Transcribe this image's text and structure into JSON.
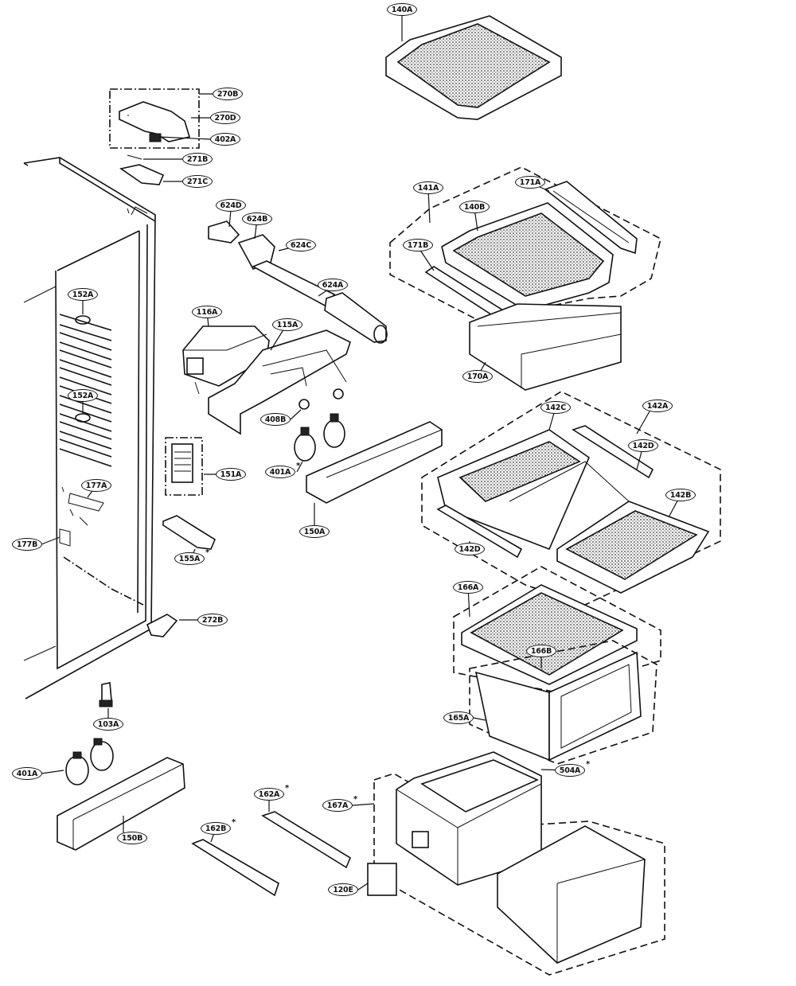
{
  "parts": [
    {
      "id": "140A",
      "star": false
    },
    {
      "id": "270B",
      "star": false
    },
    {
      "id": "270D",
      "star": false
    },
    {
      "id": "402A",
      "star": false
    },
    {
      "id": "271B",
      "star": false
    },
    {
      "id": "271C",
      "star": false
    },
    {
      "id": "141A",
      "star": false
    },
    {
      "id": "171A",
      "star": false
    },
    {
      "id": "140B",
      "star": false
    },
    {
      "id": "171B",
      "star": false
    },
    {
      "id": "624D",
      "star": false
    },
    {
      "id": "624B",
      "star": false
    },
    {
      "id": "624C",
      "star": false
    },
    {
      "id": "624A",
      "star": false
    },
    {
      "id": "116A",
      "star": false
    },
    {
      "id": "115A",
      "star": false
    },
    {
      "id": "152A",
      "star": false
    },
    {
      "id": "152A",
      "star": false
    },
    {
      "id": "408B",
      "star": false
    },
    {
      "id": "401A",
      "star": true
    },
    {
      "id": "170A",
      "star": false
    },
    {
      "id": "142C",
      "star": false
    },
    {
      "id": "142A",
      "star": false
    },
    {
      "id": "142D",
      "star": false
    },
    {
      "id": "151A",
      "star": false
    },
    {
      "id": "177A",
      "star": false
    },
    {
      "id": "150A",
      "star": false
    },
    {
      "id": "142B",
      "star": false
    },
    {
      "id": "177B",
      "star": false
    },
    {
      "id": "155A",
      "star": true
    },
    {
      "id": "142D",
      "star": false
    },
    {
      "id": "166A",
      "star": false
    },
    {
      "id": "272B",
      "star": false
    },
    {
      "id": "166B",
      "star": false
    },
    {
      "id": "103A",
      "star": false
    },
    {
      "id": "165A",
      "star": false
    },
    {
      "id": "401A",
      "star": false
    },
    {
      "id": "504A",
      "star": true
    },
    {
      "id": "162A",
      "star": true
    },
    {
      "id": "167A",
      "star": true
    },
    {
      "id": "162B",
      "star": true
    },
    {
      "id": "150B",
      "star": false
    },
    {
      "id": "120E",
      "star": false
    }
  ]
}
